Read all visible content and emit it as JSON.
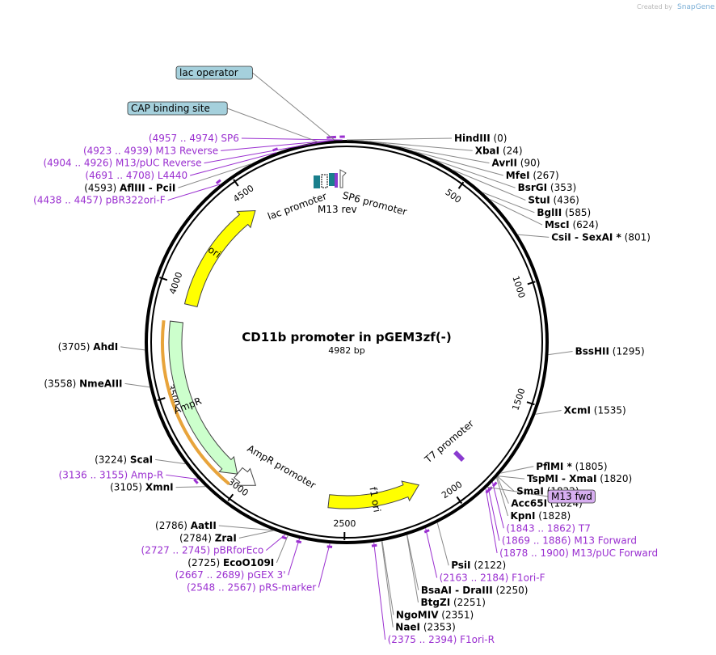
{
  "credit": {
    "prefix": "Created by",
    "brand": "SnapGene"
  },
  "title": "CD11b promoter in pGEM3zf(-)",
  "size_label": "4982 bp",
  "total_bp": 4982,
  "ticks": [
    {
      "bp": 500,
      "label": "500"
    },
    {
      "bp": 1000,
      "label": "1000"
    },
    {
      "bp": 1500,
      "label": "1500"
    },
    {
      "bp": 2000,
      "label": "2000"
    },
    {
      "bp": 2500,
      "label": "2500"
    },
    {
      "bp": 3000,
      "label": "3000"
    },
    {
      "bp": 3500,
      "label": "3500"
    },
    {
      "bp": 4000,
      "label": "4000"
    },
    {
      "bp": 4500,
      "label": "4500"
    }
  ],
  "sites": [
    {
      "name": "HindIII",
      "pos": "(0)",
      "bp": 0,
      "side": "right"
    },
    {
      "name": "XbaI",
      "pos": "(24)",
      "bp": 24,
      "side": "right"
    },
    {
      "name": "AvrII",
      "pos": "(90)",
      "bp": 90,
      "side": "right"
    },
    {
      "name": "MfeI",
      "pos": "(267)",
      "bp": 267,
      "side": "right"
    },
    {
      "name": "BsrGI",
      "pos": "(353)",
      "bp": 353,
      "side": "right"
    },
    {
      "name": "StuI",
      "pos": "(436)",
      "bp": 436,
      "side": "right"
    },
    {
      "name": "BglII",
      "pos": "(585)",
      "bp": 585,
      "side": "right"
    },
    {
      "name": "MscI",
      "pos": "(624)",
      "bp": 624,
      "side": "right"
    },
    {
      "name": "CsiI - SexAI *",
      "pos": "(801)",
      "bp": 801,
      "side": "right"
    },
    {
      "name": "BssHII",
      "pos": "(1295)",
      "bp": 1295,
      "side": "right"
    },
    {
      "name": "XcmI",
      "pos": "(1535)",
      "bp": 1535,
      "side": "right"
    },
    {
      "name": "PflMI *",
      "pos": "(1805)",
      "bp": 1805,
      "side": "right"
    },
    {
      "name": "TspMI - XmaI",
      "pos": "(1820)",
      "bp": 1820,
      "side": "right"
    },
    {
      "name": "SmaI",
      "pos": "(1822)",
      "bp": 1822,
      "side": "right"
    },
    {
      "name": "Acc65I",
      "pos": "(1824)",
      "bp": 1824,
      "side": "right"
    },
    {
      "name": "KpnI",
      "pos": "(1828)",
      "bp": 1828,
      "side": "right"
    },
    {
      "name": "PsiI",
      "pos": "(2122)",
      "bp": 2122,
      "side": "right"
    },
    {
      "name": "BsaAI - DraIII",
      "pos": "(2250)",
      "bp": 2250,
      "side": "right"
    },
    {
      "name": "BtgZI",
      "pos": "(2251)",
      "bp": 2251,
      "side": "right"
    },
    {
      "name": "NgoMIV",
      "pos": "(2351)",
      "bp": 2351,
      "side": "right"
    },
    {
      "name": "NaeI",
      "pos": "(2353)",
      "bp": 2353,
      "side": "right"
    },
    {
      "name": "EcoO109I",
      "pos": "(2725)",
      "bp": 2725,
      "side": "left"
    },
    {
      "name": "ZraI",
      "pos": "(2784)",
      "bp": 2784,
      "side": "left"
    },
    {
      "name": "AatII",
      "pos": "(2786)",
      "bp": 2786,
      "side": "left"
    },
    {
      "name": "XmnI",
      "pos": "(3105)",
      "bp": 3105,
      "side": "left"
    },
    {
      "name": "ScaI",
      "pos": "(3224)",
      "bp": 3224,
      "side": "left"
    },
    {
      "name": "NmeAIII",
      "pos": "(3558)",
      "bp": 3558,
      "side": "left"
    },
    {
      "name": "AhdI",
      "pos": "(3705)",
      "bp": 3705,
      "side": "left"
    },
    {
      "name": "AflIII - PciI",
      "pos": "(4593)",
      "bp": 4593,
      "side": "left"
    }
  ],
  "primers": [
    {
      "name": "SP6",
      "range": "(4957 .. 4974)",
      "bp": 4965,
      "side": "left"
    },
    {
      "name": "M13 Reverse",
      "range": "(4923 .. 4939)",
      "bp": 4931,
      "side": "left"
    },
    {
      "name": "M13/pUC Reverse",
      "range": "(4904 .. 4926)",
      "bp": 4915,
      "side": "left"
    },
    {
      "name": "L4440",
      "range": "(4691 .. 4708)",
      "bp": 4700,
      "side": "left"
    },
    {
      "name": "pBR322ori-F",
      "range": "(4438 .. 4457)",
      "bp": 4447,
      "side": "left"
    },
    {
      "name": "T7",
      "range": "(1843 .. 1862)",
      "bp": 1852,
      "side": "right"
    },
    {
      "name": "M13 Forward",
      "range": "(1869 .. 1886)",
      "bp": 1877,
      "side": "right"
    },
    {
      "name": "M13/pUC Forward",
      "range": "(1878 .. 1900)",
      "bp": 1889,
      "side": "right"
    },
    {
      "name": "F1ori-F",
      "range": "(2163 .. 2184)",
      "bp": 2173,
      "side": "right"
    },
    {
      "name": "F1ori-R",
      "range": "(2375 .. 2394)",
      "bp": 2384,
      "side": "right"
    },
    {
      "name": "pRS-marker",
      "range": "(2548 .. 2567)",
      "bp": 2557,
      "side": "left"
    },
    {
      "name": "pGEX 3'",
      "range": "(2667 .. 2689)",
      "bp": 2678,
      "side": "left"
    },
    {
      "name": "pBRforEco",
      "range": "(2727 .. 2745)",
      "bp": 2736,
      "side": "left"
    },
    {
      "name": "Amp-R",
      "range": "(3136 .. 3155)",
      "bp": 3145,
      "side": "left"
    }
  ],
  "boxed_labels": [
    {
      "name": "lac operator",
      "bp": 4935,
      "fill": "#a5d0dc"
    },
    {
      "name": "CAP binding site",
      "bp": 4870,
      "fill": "#a5d0dc"
    },
    {
      "name": "M13 fwd",
      "bp": 1880,
      "fill": "#d7aef0"
    }
  ],
  "features": [
    {
      "name": "ori",
      "start": 3920,
      "end": 4500,
      "dir": "cw",
      "fill": "#ffff00"
    },
    {
      "name": "f1 ori",
      "start": 2120,
      "end": 2580,
      "dir": "ccw",
      "fill": "#ffff00"
    },
    {
      "name": "AmpR",
      "start": 3040,
      "end": 3830,
      "dir": "ccw",
      "fill": "#ccffcc"
    },
    {
      "name": "AmpR promoter",
      "start": 2940,
      "end": 3040,
      "dir": "ccw",
      "fill": "#ffffff"
    }
  ],
  "feature_labels": [
    {
      "name": "lac promoter"
    },
    {
      "name": "M13 rev"
    },
    {
      "name": "SP6 promoter"
    },
    {
      "name": "T7 promoter"
    },
    {
      "name": "AmpR promoter"
    }
  ],
  "colors": {
    "primer": "#9a2fd0",
    "feature_yellow": "#ffff00",
    "feature_green": "#ccffcc",
    "orf_outline": "#e8a43b",
    "teal": "#1a7f8c",
    "purple": "#8a3bd0"
  }
}
